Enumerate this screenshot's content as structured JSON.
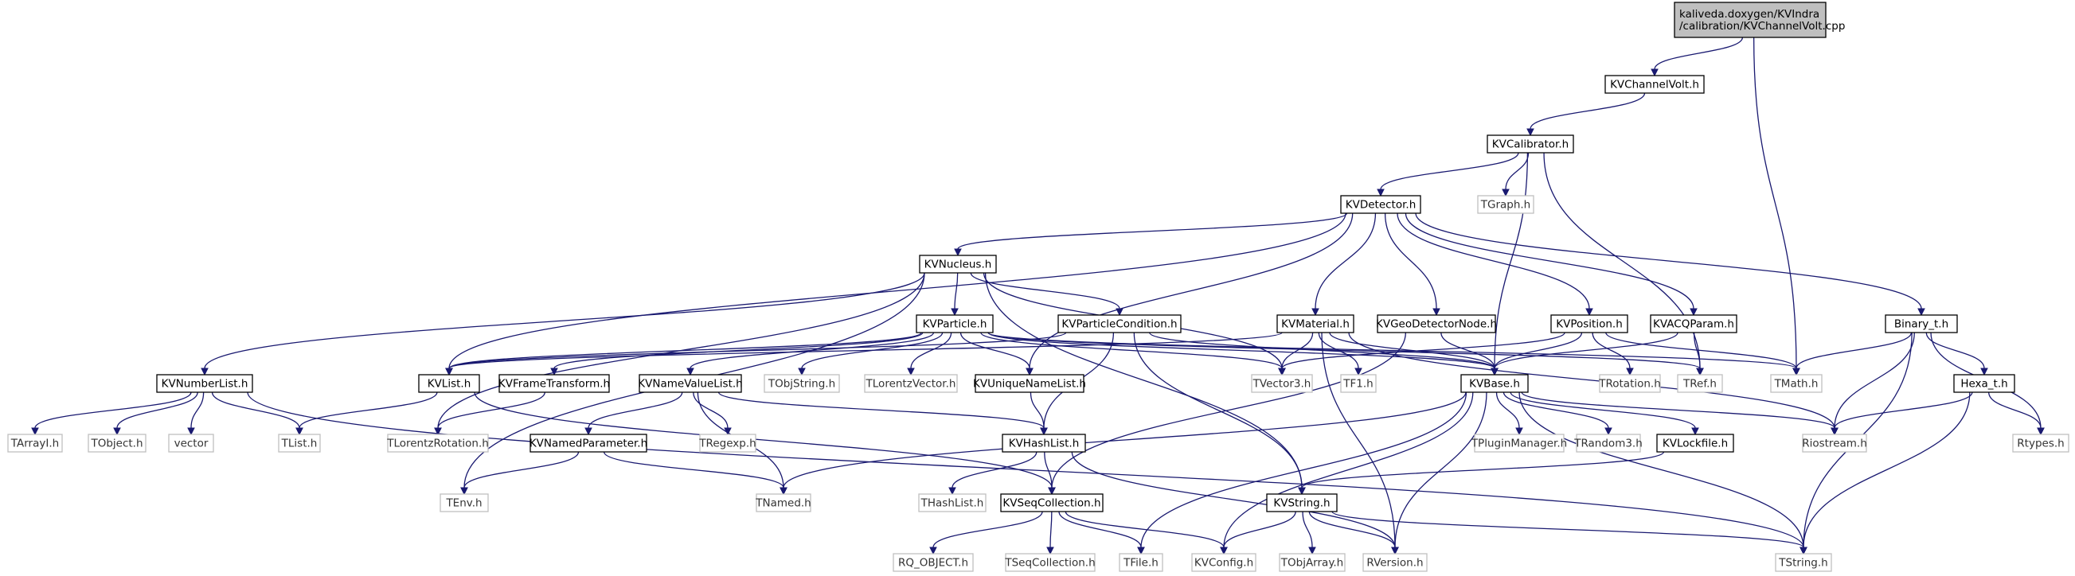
{
  "nodes": [
    {
      "id": "root",
      "lines": [
        "kaliveda.doxygen/KVIndra",
        "/calibration/KVChannelVolt.cpp"
      ],
      "style": "root"
    },
    {
      "id": "KVChannelVolt",
      "lines": [
        "KVChannelVolt.h"
      ],
      "style": "solid"
    },
    {
      "id": "KVCalibrator",
      "lines": [
        "KVCalibrator.h"
      ],
      "style": "solid"
    },
    {
      "id": "TMath",
      "lines": [
        "TMath.h"
      ],
      "style": "gray"
    },
    {
      "id": "KVDetector",
      "lines": [
        "KVDetector.h"
      ],
      "style": "solid"
    },
    {
      "id": "TGraph",
      "lines": [
        "TGraph.h"
      ],
      "style": "gray"
    },
    {
      "id": "KVBase",
      "lines": [
        "KVBase.h"
      ],
      "style": "solid"
    },
    {
      "id": "TRef",
      "lines": [
        "TRef.h"
      ],
      "style": "gray"
    },
    {
      "id": "KVNucleus",
      "lines": [
        "KVNucleus.h"
      ],
      "style": "solid"
    },
    {
      "id": "KVMaterial",
      "lines": [
        "KVMaterial.h"
      ],
      "style": "solid"
    },
    {
      "id": "KVGeoDetectorNode",
      "lines": [
        "KVGeoDetectorNode.h"
      ],
      "style": "solid"
    },
    {
      "id": "KVPosition",
      "lines": [
        "KVPosition.h"
      ],
      "style": "solid"
    },
    {
      "id": "KVACQParam",
      "lines": [
        "KVACQParam.h"
      ],
      "style": "solid"
    },
    {
      "id": "Binary_t",
      "lines": [
        "Binary_t.h"
      ],
      "style": "solid"
    },
    {
      "id": "KVList",
      "lines": [
        "KVList.h"
      ],
      "style": "solid"
    },
    {
      "id": "KVUniqueNameList",
      "lines": [
        "KVUniqueNameList.h"
      ],
      "style": "solid"
    },
    {
      "id": "KVNumberList",
      "lines": [
        "KVNumberList.h"
      ],
      "style": "solid"
    },
    {
      "id": "TEnv",
      "lines": [
        "TEnv.h"
      ],
      "style": "gray"
    },
    {
      "id": "TLorentzRotation",
      "lines": [
        "TLorentzRotation.h"
      ],
      "style": "gray"
    },
    {
      "id": "KVParticle",
      "lines": [
        "KVParticle.h"
      ],
      "style": "solid"
    },
    {
      "id": "KVParticleCondition",
      "lines": [
        "KVParticleCondition.h"
      ],
      "style": "solid"
    },
    {
      "id": "TVector3",
      "lines": [
        "TVector3.h"
      ],
      "style": "gray"
    },
    {
      "id": "KVString",
      "lines": [
        "KVString.h"
      ],
      "style": "solid"
    },
    {
      "id": "KVFrameTransform",
      "lines": [
        "KVFrameTransform.h"
      ],
      "style": "solid"
    },
    {
      "id": "KVNameValueList",
      "lines": [
        "KVNameValueList.h"
      ],
      "style": "solid"
    },
    {
      "id": "TObjString",
      "lines": [
        "TObjString.h"
      ],
      "style": "gray"
    },
    {
      "id": "TLorentzVector",
      "lines": [
        "TLorentzVector.h"
      ],
      "style": "gray"
    },
    {
      "id": "KVHashList",
      "lines": [
        "KVHashList.h"
      ],
      "style": "solid"
    },
    {
      "id": "TF1",
      "lines": [
        "TF1.h"
      ],
      "style": "gray"
    },
    {
      "id": "RVersion",
      "lines": [
        "RVersion.h"
      ],
      "style": "gray"
    },
    {
      "id": "KVSeqCollection",
      "lines": [
        "KVSeqCollection.h"
      ],
      "style": "solid"
    },
    {
      "id": "TRotation",
      "lines": [
        "TRotation.h"
      ],
      "style": "gray"
    },
    {
      "id": "Riostream",
      "lines": [
        "Riostream.h"
      ],
      "style": "gray"
    },
    {
      "id": "TString",
      "lines": [
        "TString.h"
      ],
      "style": "gray"
    },
    {
      "id": "Hexa_t",
      "lines": [
        "Hexa_t.h"
      ],
      "style": "solid"
    },
    {
      "id": "Rtypes",
      "lines": [
        "Rtypes.h"
      ],
      "style": "gray"
    },
    {
      "id": "TArrayI",
      "lines": [
        "TArrayI.h"
      ],
      "style": "gray"
    },
    {
      "id": "TObject",
      "lines": [
        "TObject.h"
      ],
      "style": "gray"
    },
    {
      "id": "vector",
      "lines": [
        "vector"
      ],
      "style": "gray"
    },
    {
      "id": "TList",
      "lines": [
        "TList.h"
      ],
      "style": "gray"
    },
    {
      "id": "KVNamedParameter",
      "lines": [
        "KVNamedParameter.h"
      ],
      "style": "solid"
    },
    {
      "id": "TRegexp",
      "lines": [
        "TRegexp.h"
      ],
      "style": "gray"
    },
    {
      "id": "TNamed",
      "lines": [
        "TNamed.h"
      ],
      "style": "gray"
    },
    {
      "id": "THashList",
      "lines": [
        "THashList.h"
      ],
      "style": "gray"
    },
    {
      "id": "TPluginManager",
      "lines": [
        "TPluginManager.h"
      ],
      "style": "gray"
    },
    {
      "id": "TRandom3",
      "lines": [
        "TRandom3.h"
      ],
      "style": "gray"
    },
    {
      "id": "KVLockfile",
      "lines": [
        "KVLockfile.h"
      ],
      "style": "solid"
    },
    {
      "id": "KVConfig",
      "lines": [
        "KVConfig.h"
      ],
      "style": "gray"
    },
    {
      "id": "TFile",
      "lines": [
        "TFile.h"
      ],
      "style": "gray"
    },
    {
      "id": "RQ_OBJECT",
      "lines": [
        "RQ_OBJECT.h"
      ],
      "style": "gray"
    },
    {
      "id": "TSeqCollection",
      "lines": [
        "TSeqCollection.h"
      ],
      "style": "gray"
    },
    {
      "id": "TObjArray",
      "lines": [
        "TObjArray.h"
      ],
      "style": "gray"
    }
  ],
  "edges": [
    [
      "root",
      "KVChannelVolt"
    ],
    [
      "root",
      "TMath"
    ],
    [
      "KVChannelVolt",
      "KVCalibrator"
    ],
    [
      "KVCalibrator",
      "KVDetector"
    ],
    [
      "KVCalibrator",
      "TGraph"
    ],
    [
      "KVCalibrator",
      "KVBase"
    ],
    [
      "KVCalibrator",
      "TRef"
    ],
    [
      "KVDetector",
      "KVNucleus"
    ],
    [
      "KVDetector",
      "KVMaterial"
    ],
    [
      "KVDetector",
      "KVGeoDetectorNode"
    ],
    [
      "KVDetector",
      "KVPosition"
    ],
    [
      "KVDetector",
      "KVACQParam"
    ],
    [
      "KVDetector",
      "Binary_t"
    ],
    [
      "KVDetector",
      "KVList"
    ],
    [
      "KVDetector",
      "KVUniqueNameList"
    ],
    [
      "KVNucleus",
      "KVNumberList"
    ],
    [
      "KVNucleus",
      "KVParticle"
    ],
    [
      "KVNucleus",
      "KVParticleCondition"
    ],
    [
      "KVNucleus",
      "TEnv"
    ],
    [
      "KVNucleus",
      "TLorentzRotation"
    ],
    [
      "KVNucleus",
      "TVector3"
    ],
    [
      "KVNucleus",
      "KVString"
    ],
    [
      "KVMaterial",
      "KVList"
    ],
    [
      "KVMaterial",
      "TVector3"
    ],
    [
      "KVMaterial",
      "TF1"
    ],
    [
      "KVMaterial",
      "KVBase"
    ],
    [
      "KVMaterial",
      "RVersion"
    ],
    [
      "KVMaterial",
      "Riostream"
    ],
    [
      "KVGeoDetectorNode",
      "KVBase"
    ],
    [
      "KVGeoDetectorNode",
      "KVSeqCollection"
    ],
    [
      "KVPosition",
      "KVBase"
    ],
    [
      "KVPosition",
      "TVector3"
    ],
    [
      "KVPosition",
      "TRotation"
    ],
    [
      "KVPosition",
      "TMath"
    ],
    [
      "KVACQParam",
      "KVBase"
    ],
    [
      "KVACQParam",
      "TRef"
    ],
    [
      "Binary_t",
      "TMath"
    ],
    [
      "Binary_t",
      "Hexa_t"
    ],
    [
      "Binary_t",
      "Riostream"
    ],
    [
      "Binary_t",
      "TString"
    ],
    [
      "Binary_t",
      "Rtypes"
    ],
    [
      "Hexa_t",
      "Riostream"
    ],
    [
      "Hexa_t",
      "Rtypes"
    ],
    [
      "Hexa_t",
      "TString"
    ],
    [
      "KVParticle",
      "KVList"
    ],
    [
      "KVParticle",
      "KVFrameTransform"
    ],
    [
      "KVParticle",
      "KVNameValueList"
    ],
    [
      "KVParticle",
      "TObjString"
    ],
    [
      "KVParticle",
      "TLorentzVector"
    ],
    [
      "KVParticle",
      "KVUniqueNameList"
    ],
    [
      "KVParticle",
      "TVector3"
    ],
    [
      "KVParticle",
      "KVBase"
    ],
    [
      "KVParticle",
      "TRef"
    ],
    [
      "KVParticle",
      "TMath"
    ],
    [
      "KVParticleCondition",
      "KVList"
    ],
    [
      "KVParticleCondition",
      "KVHashList"
    ],
    [
      "KVParticleCondition",
      "KVBase"
    ],
    [
      "KVParticleCondition",
      "KVString"
    ],
    [
      "KVNumberList",
      "TArrayI"
    ],
    [
      "KVNumberList",
      "TObject"
    ],
    [
      "KVNumberList",
      "vector"
    ],
    [
      "KVNumberList",
      "TList"
    ],
    [
      "KVNumberList",
      "TString"
    ],
    [
      "KVList",
      "TList"
    ],
    [
      "KVList",
      "KVSeqCollection"
    ],
    [
      "KVFrameTransform",
      "TLorentzRotation"
    ],
    [
      "KVNameValueList",
      "KVNamedParameter"
    ],
    [
      "KVNameValueList",
      "TRegexp"
    ],
    [
      "KVNameValueList",
      "TNamed"
    ],
    [
      "KVNameValueList",
      "KVHashList"
    ],
    [
      "KVNamedParameter",
      "TEnv"
    ],
    [
      "KVNamedParameter",
      "TNamed"
    ],
    [
      "KVUniqueNameList",
      "KVHashList"
    ],
    [
      "KVHashList",
      "THashList"
    ],
    [
      "KVHashList",
      "KVSeqCollection"
    ],
    [
      "KVHashList",
      "RVersion"
    ],
    [
      "KVBase",
      "TNamed"
    ],
    [
      "KVBase",
      "TFile"
    ],
    [
      "KVBase",
      "KVConfig"
    ],
    [
      "KVBase",
      "RVersion"
    ],
    [
      "KVBase",
      "TPluginManager"
    ],
    [
      "KVBase",
      "TRandom3"
    ],
    [
      "KVBase",
      "KVLockfile"
    ],
    [
      "KVBase",
      "Riostream"
    ],
    [
      "KVBase",
      "TString"
    ],
    [
      "KVLockfile",
      "KVString"
    ],
    [
      "KVSeqCollection",
      "RQ_OBJECT"
    ],
    [
      "KVSeqCollection",
      "TSeqCollection"
    ],
    [
      "KVSeqCollection",
      "TFile"
    ],
    [
      "KVSeqCollection",
      "KVConfig"
    ],
    [
      "KVString",
      "KVConfig"
    ],
    [
      "KVString",
      "TObjArray"
    ],
    [
      "KVString",
      "RVersion"
    ],
    [
      "KVString",
      "TString"
    ]
  ]
}
